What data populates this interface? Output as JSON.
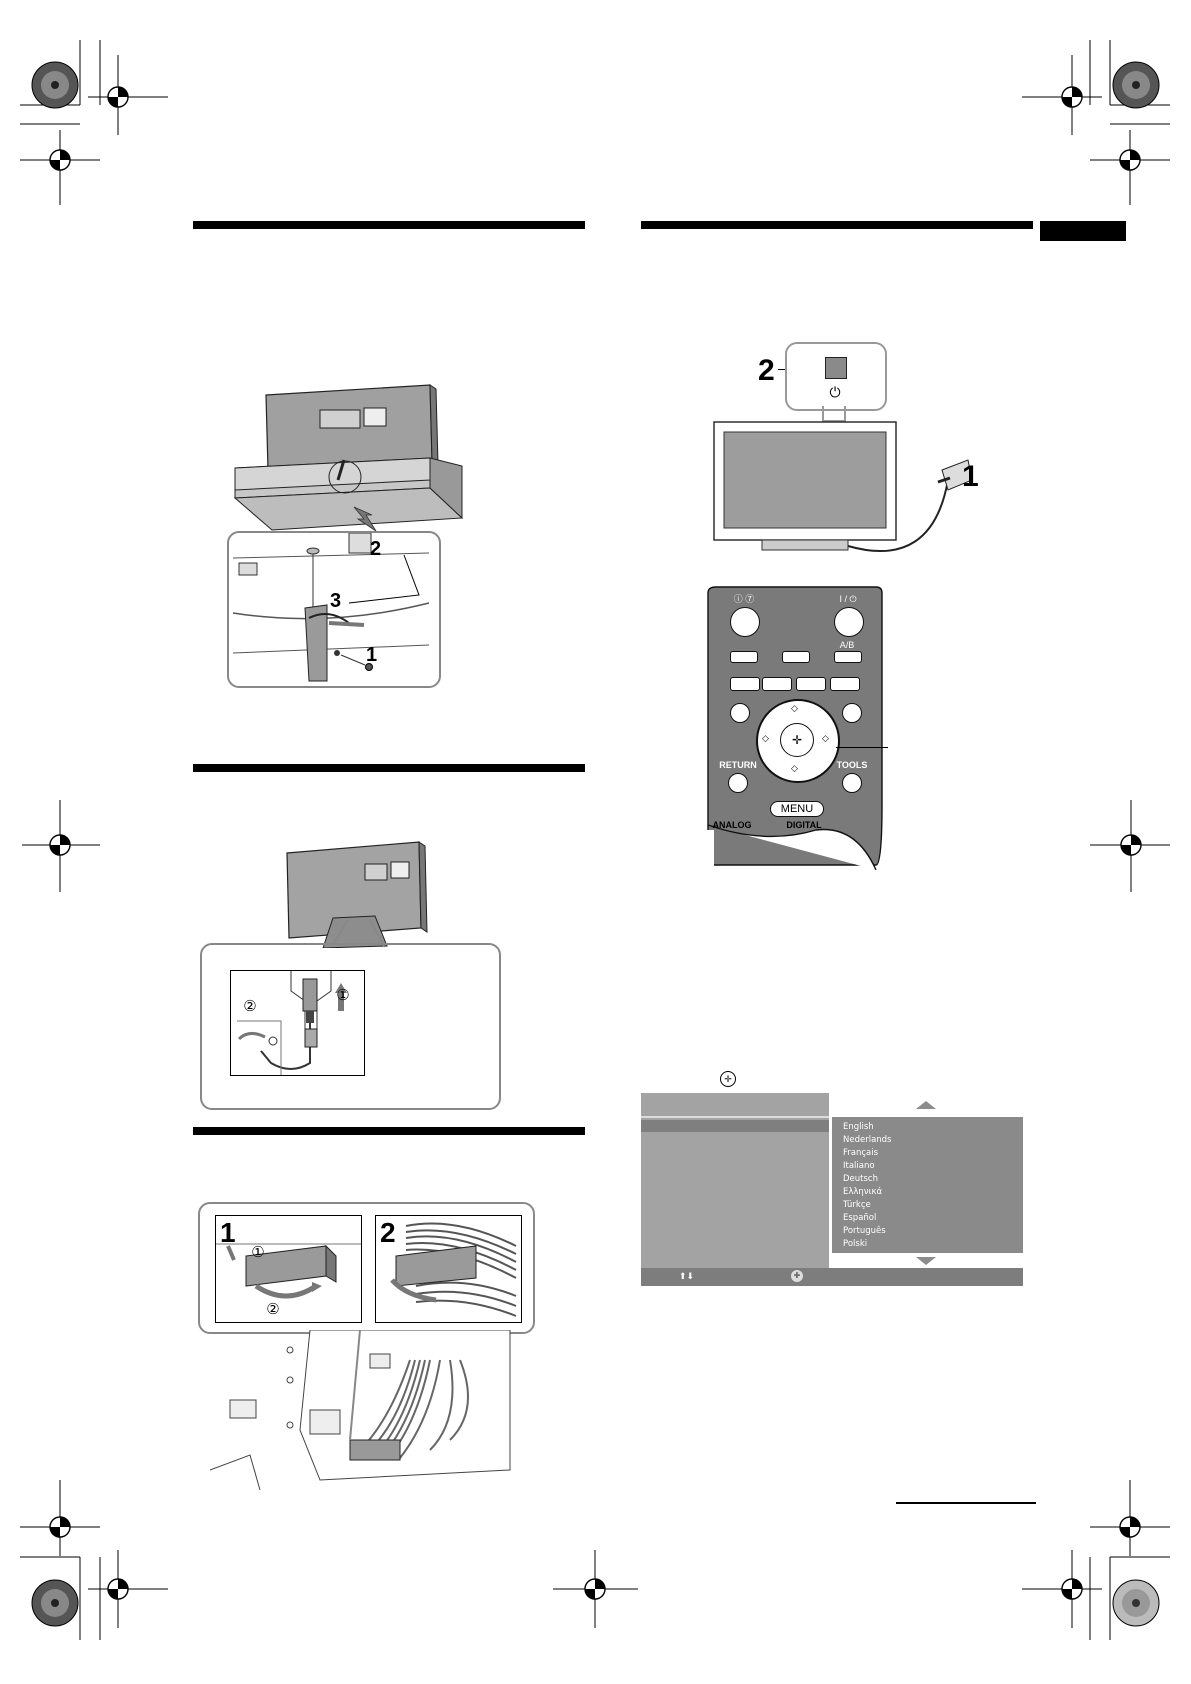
{
  "markers": {
    "step_1": "1",
    "step_2": "2",
    "step_3": "3",
    "circle_1": "①",
    "circle_2": "②"
  },
  "remote": {
    "return_label": "RETURN",
    "tools_label": "TOOLS",
    "menu_label": "MENU",
    "analog_label": "ANALOG",
    "digital_label": "DIGITAL",
    "ab_label": "A/B",
    "power_label": "I / ⏻"
  },
  "language_menu": {
    "options": [
      "English",
      "Nederlands",
      "Français",
      "Italiano",
      "Deutsch",
      "Ελληνικά",
      "Türkçe",
      "Español",
      "Português",
      "Polski"
    ],
    "selected_index": 0
  },
  "colors": {
    "rule": "#000000",
    "menu_panel": "#a3a3a3",
    "menu_list": "#8a8a8a",
    "menu_bar": "#7d7d7d",
    "remote_body": "#7f7f7f",
    "illustration_gray": "#9d9d9d"
  }
}
